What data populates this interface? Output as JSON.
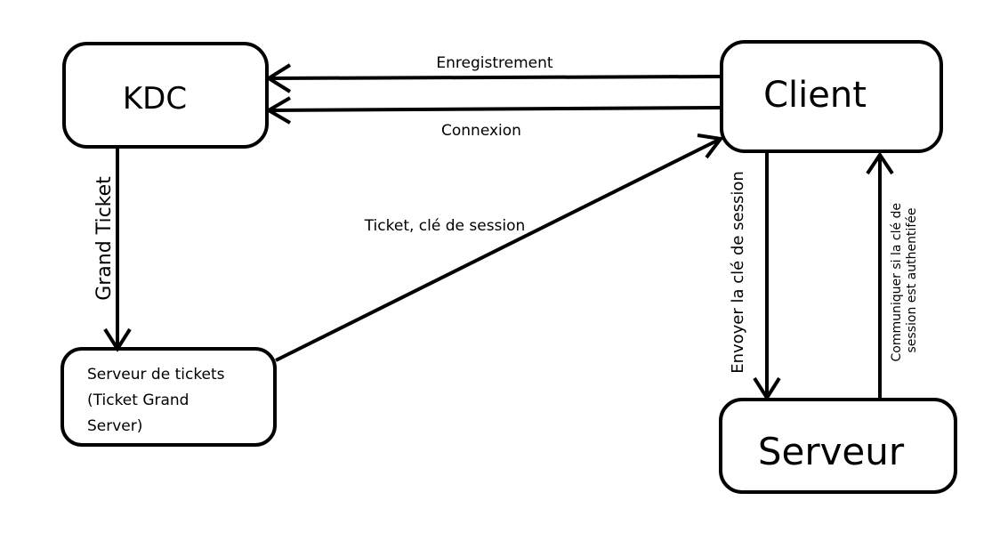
{
  "nodes": {
    "kdc": {
      "label": "KDC"
    },
    "client": {
      "label": "Client"
    },
    "ticket_server": {
      "lines": [
        "Serveur de tickets",
        "(Ticket Grand",
        "Server)"
      ]
    },
    "server": {
      "label": "Serveur"
    }
  },
  "edges": {
    "registration": {
      "label": "Enregistrement"
    },
    "connection": {
      "label": "Connexion"
    },
    "grand_ticket": {
      "label": "Grand Ticket"
    },
    "ticket_session": {
      "label": "Ticket, clé de session"
    },
    "send_session_key": {
      "label": "Envoyer la clé de session"
    },
    "communicate": {
      "lines": [
        "Communiquer si la clé de",
        "session est authentifée"
      ]
    }
  },
  "colors": {
    "stroke": "#000000",
    "background": "#ffffff"
  }
}
